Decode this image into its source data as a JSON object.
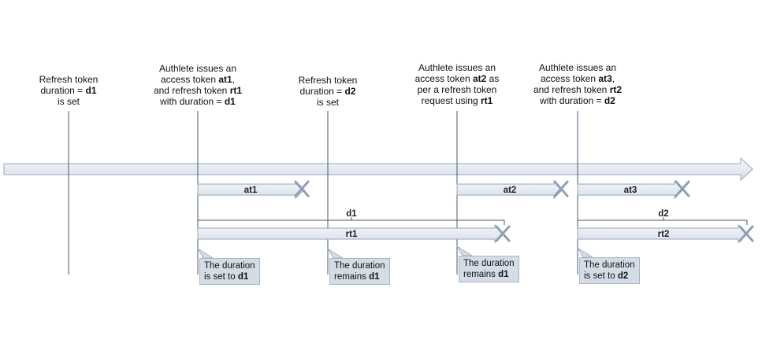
{
  "events": [
    {
      "lines": [
        [
          "Refresh token"
        ],
        [
          "duration = ",
          "*d1"
        ],
        [
          "is set"
        ]
      ]
    },
    {
      "lines": [
        [
          "Authlete issues an"
        ],
        [
          "access token ",
          "*at1",
          ","
        ],
        [
          "and refresh token ",
          "*rt1"
        ],
        [
          "with duration = ",
          "*d1"
        ]
      ]
    },
    {
      "lines": [
        [
          "Refresh token"
        ],
        [
          "duration = ",
          "*d2"
        ],
        [
          "is set"
        ]
      ]
    },
    {
      "lines": [
        [
          "Authlete issues an"
        ],
        [
          "access token ",
          "*at2",
          " as"
        ],
        [
          "per a refresh token"
        ],
        [
          "request using ",
          "*rt1"
        ]
      ]
    },
    {
      "lines": [
        [
          "Authlete issues an"
        ],
        [
          "access token ",
          "*at3",
          ","
        ],
        [
          "and refresh token ",
          "*rt2"
        ],
        [
          "with duration = ",
          "*d2"
        ]
      ]
    }
  ],
  "access_tokens": [
    "at1",
    "at2",
    "at3"
  ],
  "refresh_tokens": [
    "rt1",
    "rt2"
  ],
  "durations": [
    "d1",
    "d2"
  ],
  "callouts": [
    {
      "lines": [
        [
          "The duration"
        ],
        [
          "is set to ",
          "*d1"
        ]
      ]
    },
    {
      "lines": [
        [
          "The duration"
        ],
        [
          "remains ",
          "*d1"
        ]
      ]
    },
    {
      "lines": [
        [
          "The duration"
        ],
        [
          "remains ",
          "*d1"
        ]
      ]
    },
    {
      "lines": [
        [
          "The duration"
        ],
        [
          "is set to ",
          "*d2"
        ]
      ]
    }
  ],
  "colors": {
    "bar_fill": "#e6ebf2",
    "bar_stroke": "#97a6b8",
    "line": "#4a5a7a",
    "callout": "#d4dce6"
  }
}
